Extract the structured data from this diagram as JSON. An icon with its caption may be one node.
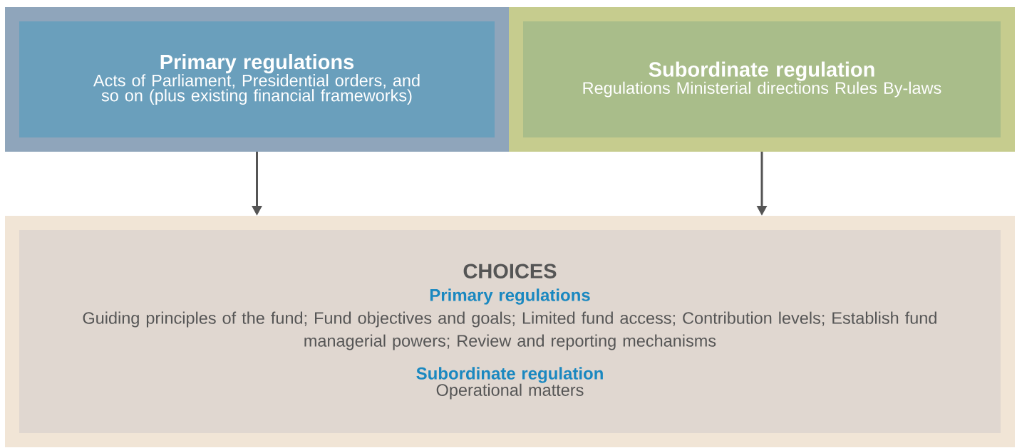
{
  "diagram": {
    "nodes": [
      {
        "text": [
          "Primary regulations",
          "Acts of Parliament, Presidential orders, and so on (plus existing financial frameworks)"
        ]
      },
      {
        "text": [
          "Subordinate regulation",
          "Regulations Ministerial directions Rules By-laws"
        ]
      },
      {
        "text": [
          "CHOICES",
          "Primary regulations",
          "Guiding principles of the fund; Fund objectives and goals; Limited fund access; Contribution levels; Establish fund managerial powers; Review and reporting mechanisms",
          "Subordinate regulation",
          "Operational matters"
        ]
      }
    ],
    "edges": [
      {
        "from": 0,
        "to": 2,
        "arrow": "to"
      },
      {
        "from": 1,
        "to": 2,
        "arrow": "to"
      }
    ]
  }
}
